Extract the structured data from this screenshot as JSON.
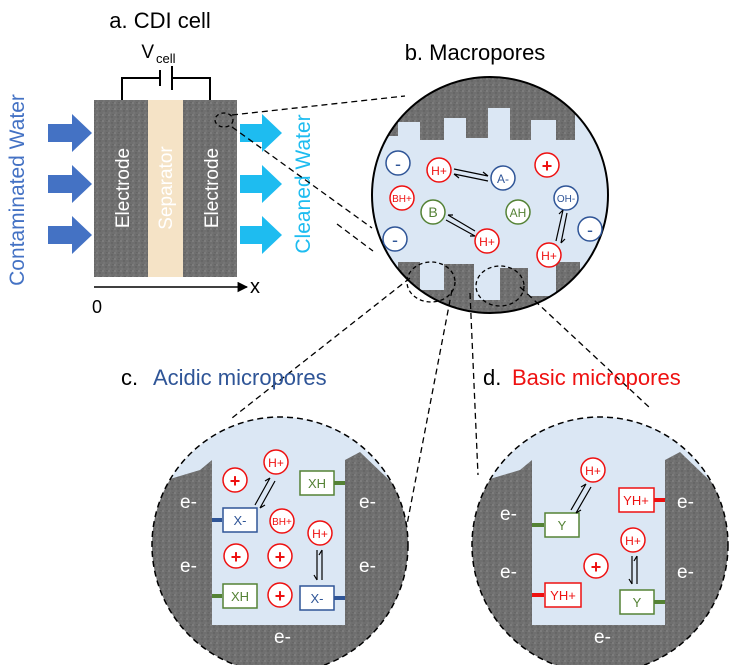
{
  "panels": {
    "a_title": "a. CDI cell",
    "b_title": "b. Macropores",
    "c_prefix": "c. ",
    "c_title": "Acidic micropores",
    "d_prefix": "d. ",
    "d_title": "Basic micropores"
  },
  "cell": {
    "v_main": "V",
    "v_sub": "cell",
    "electrode_label": "Electrode",
    "separator_label": "Separator",
    "inflow_label": "Contaminated Water",
    "outflow_label": "Cleaned Water",
    "axis_origin": "0",
    "axis_x": "x"
  },
  "species": {
    "minus": "-",
    "plus": "+",
    "h_plus": "H+",
    "a_minus": "A-",
    "bh_plus": "BH+",
    "b": "B",
    "ah": "AH",
    "oh_minus": "OH-",
    "x_minus": "X-",
    "xh": "XH",
    "y": "Y",
    "yh_plus": "YH+",
    "electron": "e-"
  },
  "colors": {
    "electrode_gray": "#6f6f6f",
    "separator": "#f5e3c6",
    "water": "#dbe7f4",
    "acid_blue": "#2f5597",
    "base_red": "#ee1111",
    "neutral_green": "#548235",
    "inflow_arrow": "#4472c4",
    "outflow_arrow": "#1ebcf0"
  }
}
